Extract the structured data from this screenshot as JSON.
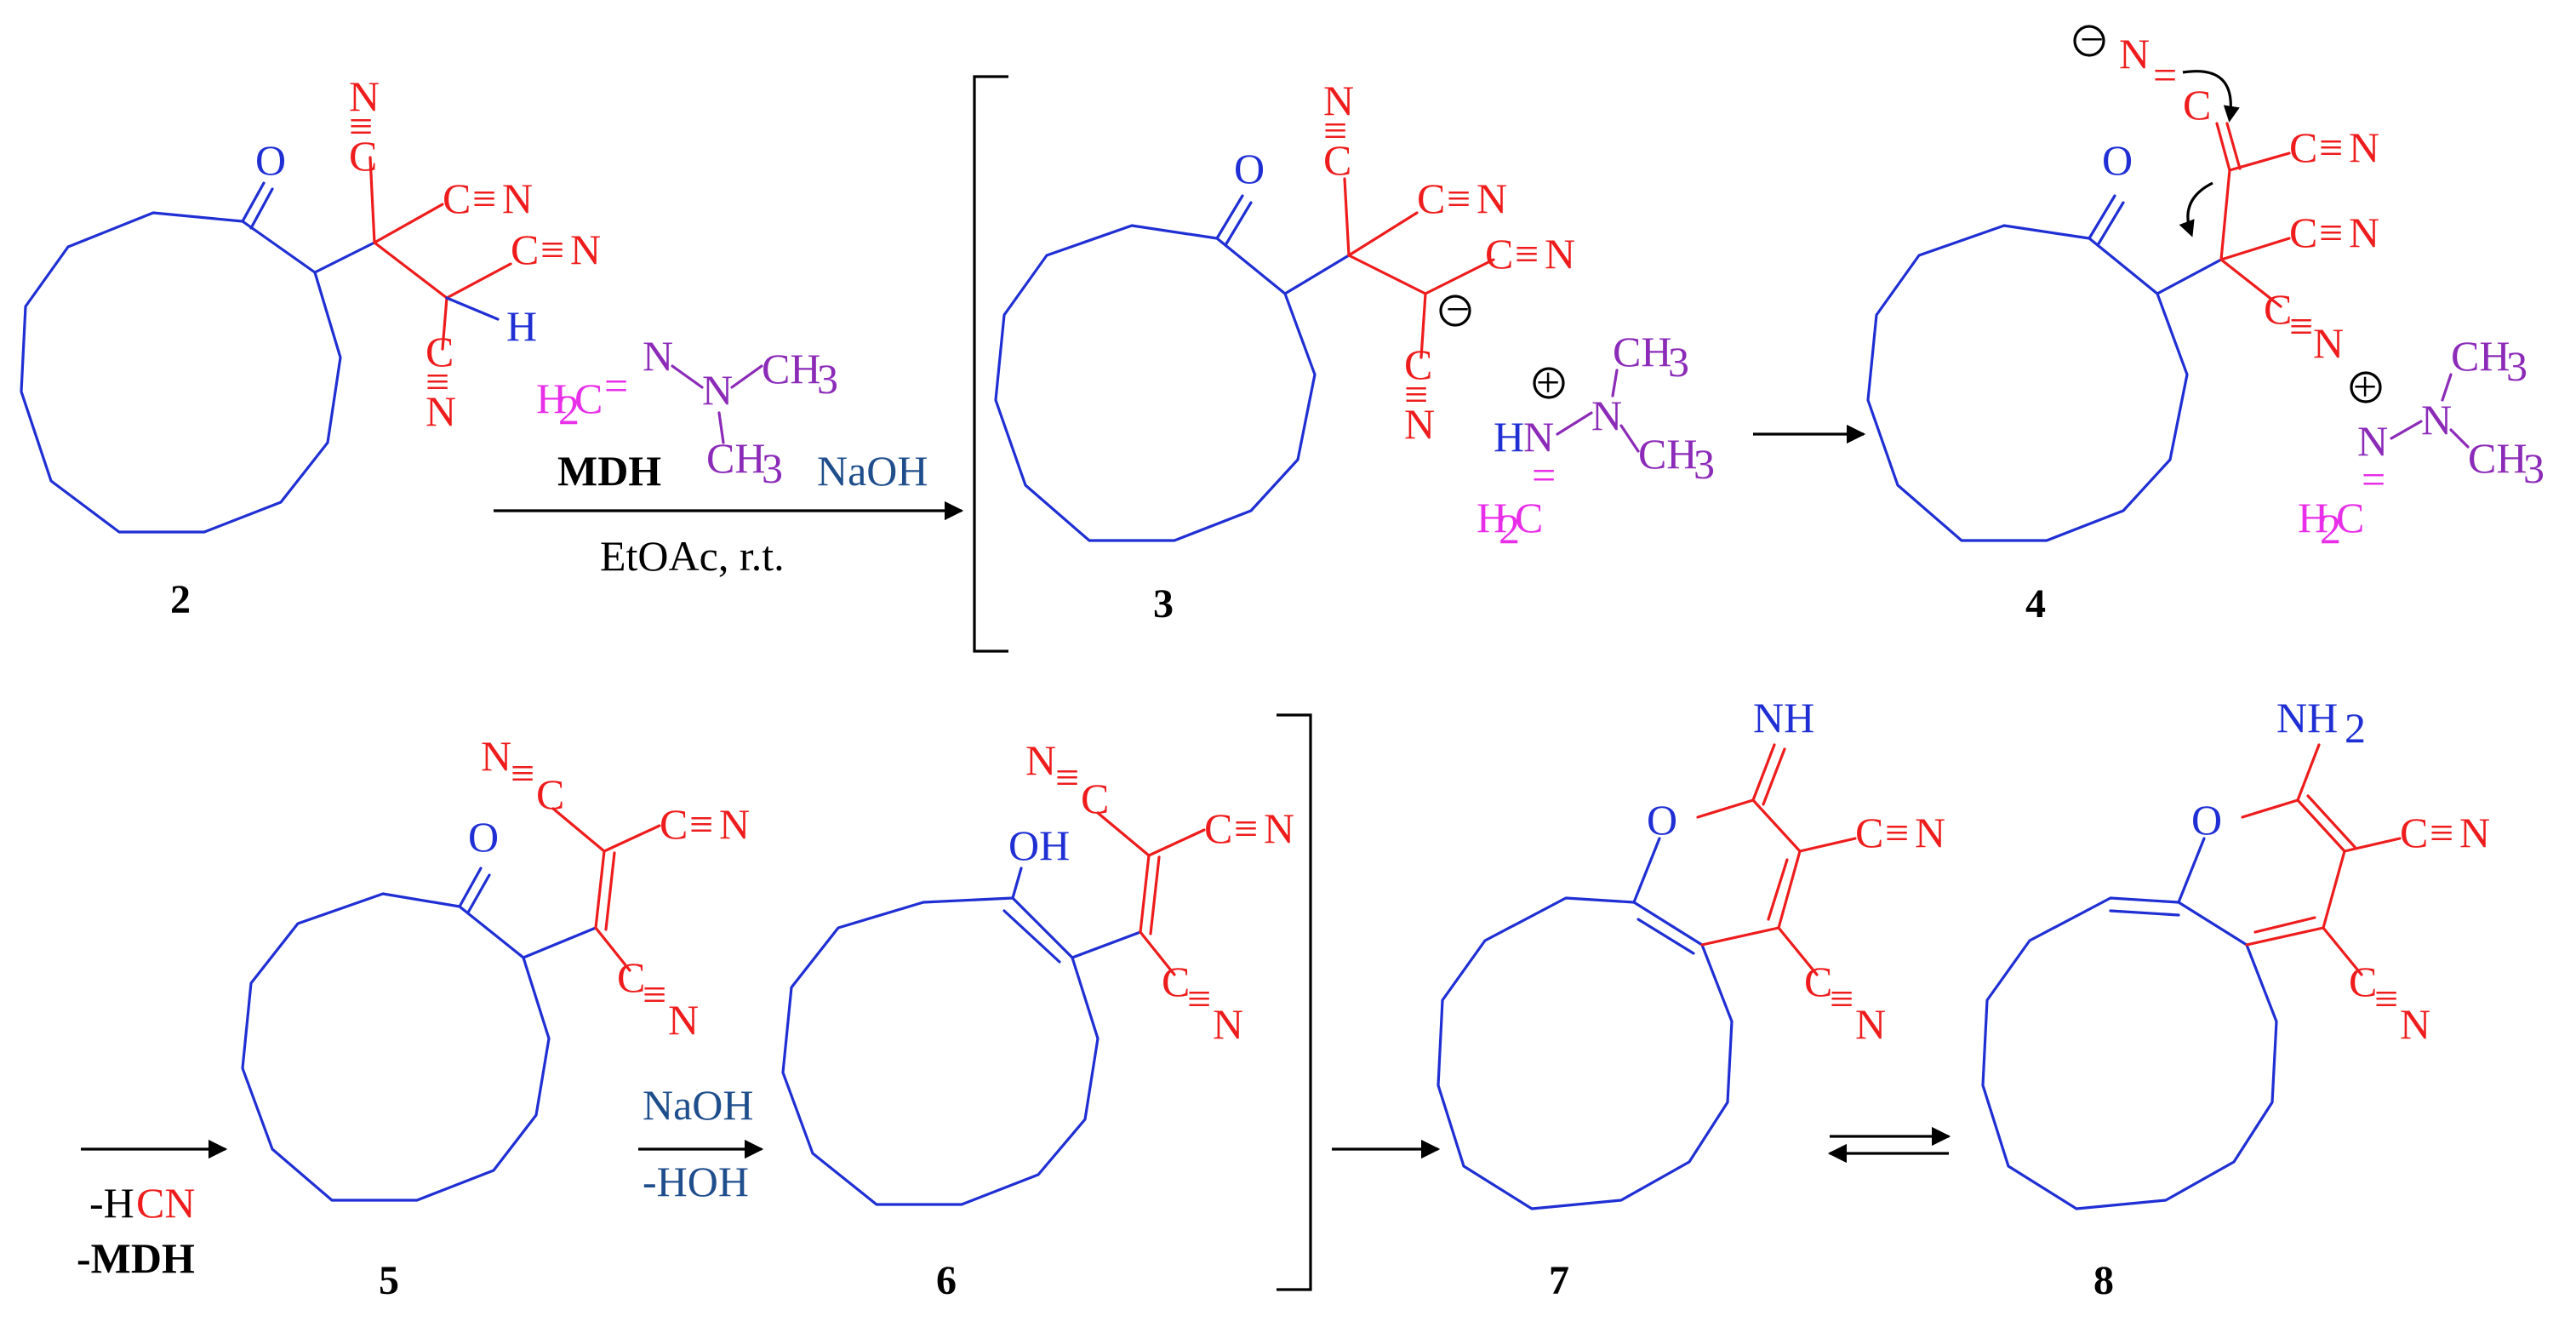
{
  "colors": {
    "ring": "#1f2fd4",
    "cyano": "#ee1c1c",
    "methyl": "#8b2bb8",
    "methylene": "#e82ee8",
    "reagent_text": "#1f4e8c",
    "black": "#000000"
  },
  "atoms": {
    "O": "O",
    "C": "C",
    "N": "N",
    "H": "H",
    "CH": "CH",
    "3": "3",
    "H2": "H",
    "2": "2",
    "OH": "OH",
    "NH": "NH",
    "NH2": "NH",
    "triple": "≡",
    "double": "=",
    "minus": "−",
    "plus": "+"
  },
  "labels": {
    "c2": "2",
    "c3": "3",
    "c4": "4",
    "c5": "5",
    "c6": "6",
    "c7": "7",
    "c8": "8"
  },
  "reagents": {
    "mdh": "MDH",
    "naoh": "NaOH",
    "solvent": "EtOAc, r.t.",
    "minus_h": "-H",
    "cn": "CN",
    "minus_mdh": "-MDH",
    "naoh2": "NaOH",
    "minus_hoh": "-HOH"
  },
  "icons": [
    "reaction-arrow",
    "equilibrium-arrow",
    "curved-electron-arrow",
    "bracket"
  ]
}
